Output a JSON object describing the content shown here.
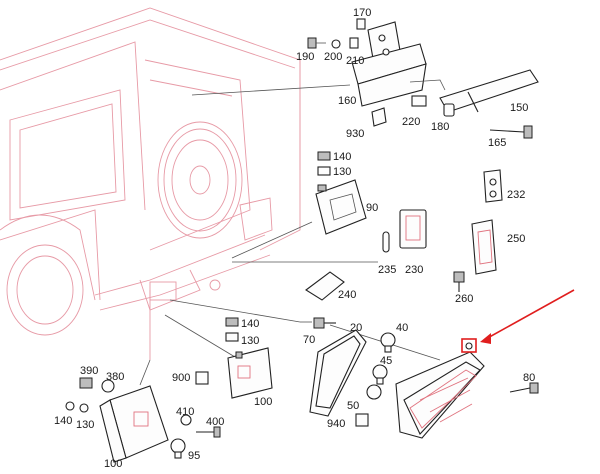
{
  "colors": {
    "vehicle_outline": "#e79aa6",
    "part_stroke": "#222222",
    "highlight": "#e01e1e",
    "background": "#ffffff"
  },
  "highlight": {
    "arrow_color": "#e01e1e",
    "points_to": "small part on tail lamp assembly"
  },
  "callouts": {
    "c170": "170",
    "c190": "190",
    "c200": "200",
    "c210": "210",
    "c160": "160",
    "c150": "150",
    "c220": "220",
    "c180": "180",
    "c930": "930",
    "c165": "165",
    "c140a": "140",
    "c130a": "130",
    "c232": "232",
    "c90": "90",
    "c250": "250",
    "c235": "235",
    "c230": "230",
    "c240": "240",
    "c260": "260",
    "c140b": "140",
    "c20": "20",
    "c40": "40",
    "c130b": "130",
    "c70": "70",
    "c45": "45",
    "c390": "390",
    "c380": "380",
    "c900": "900",
    "c80": "80",
    "c100a": "100",
    "c50": "50",
    "c410": "410",
    "c140c": "140",
    "c400": "400",
    "c130c": "130",
    "c940": "940",
    "c95": "95",
    "c100b": "100"
  }
}
